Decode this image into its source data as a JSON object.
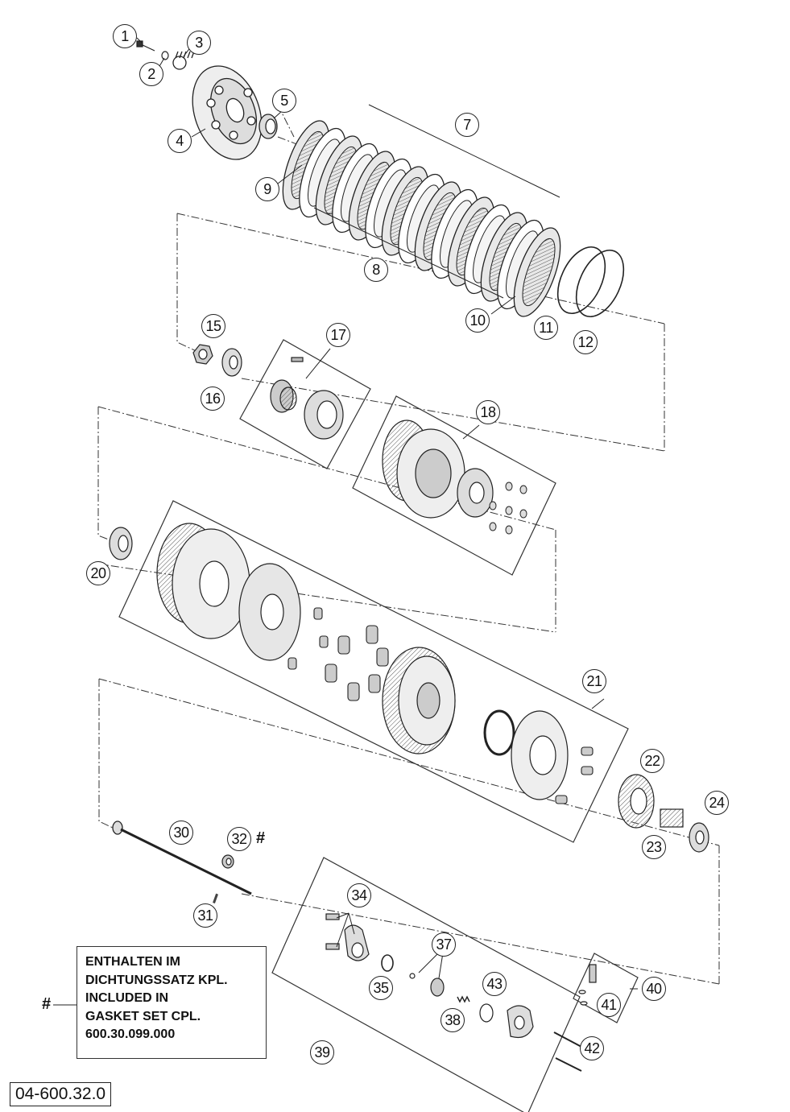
{
  "labels": [
    {
      "key": "p1",
      "text": "1"
    },
    {
      "key": "p2",
      "text": "2"
    },
    {
      "key": "p3",
      "text": "3"
    },
    {
      "key": "p4",
      "text": "4"
    },
    {
      "key": "p5",
      "text": "5"
    },
    {
      "key": "p7",
      "text": "7"
    },
    {
      "key": "p8",
      "text": "8"
    },
    {
      "key": "p9",
      "text": "9"
    },
    {
      "key": "p10",
      "text": "10"
    },
    {
      "key": "p11",
      "text": "11"
    },
    {
      "key": "p12",
      "text": "12"
    },
    {
      "key": "p15",
      "text": "15"
    },
    {
      "key": "p16",
      "text": "16"
    },
    {
      "key": "p17",
      "text": "17"
    },
    {
      "key": "p18",
      "text": "18"
    },
    {
      "key": "p20",
      "text": "20"
    },
    {
      "key": "p21",
      "text": "21"
    },
    {
      "key": "p22",
      "text": "22"
    },
    {
      "key": "p23",
      "text": "23"
    },
    {
      "key": "p24",
      "text": "24"
    },
    {
      "key": "p30",
      "text": "30"
    },
    {
      "key": "p31",
      "text": "31"
    },
    {
      "key": "p32",
      "text": "32"
    },
    {
      "key": "p34",
      "text": "34"
    },
    {
      "key": "p35",
      "text": "35"
    },
    {
      "key": "p37",
      "text": "37"
    },
    {
      "key": "p38",
      "text": "38"
    },
    {
      "key": "p39",
      "text": "39"
    },
    {
      "key": "p40",
      "text": "40"
    },
    {
      "key": "p41",
      "text": "41"
    },
    {
      "key": "p42",
      "text": "42"
    },
    {
      "key": "p43",
      "text": "43"
    }
  ],
  "hash_marks": {
    "part32": "#",
    "note": "#"
  },
  "note": {
    "lines": [
      "ENTHALTEN IM",
      "DICHTUNGSSATZ KPL.",
      "INCLUDED IN",
      "GASKET SET CPL.",
      "600.30.099.000"
    ]
  },
  "drawing_code": "04-600.32.0"
}
